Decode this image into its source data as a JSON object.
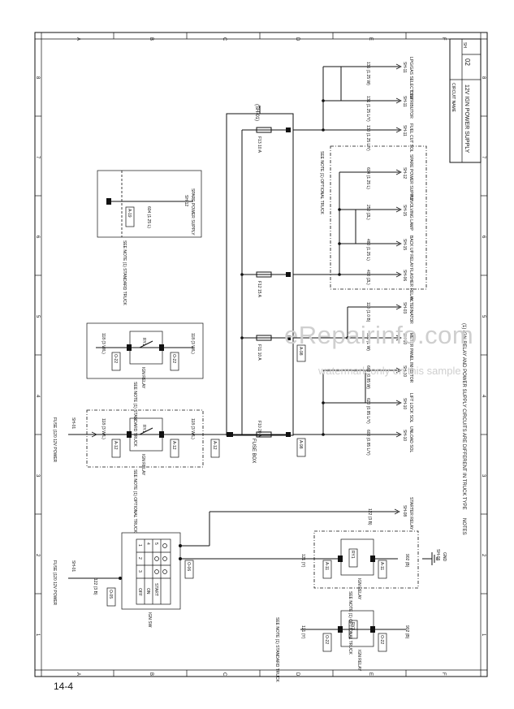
{
  "page": {
    "page_number": "14-4"
  },
  "watermark": {
    "line1": "eRepairinfo.com",
    "line2": "watermark only on this sample"
  },
  "grid": {
    "letters": [
      "A",
      "B",
      "C",
      "D",
      "E",
      "F"
    ],
    "numbers": [
      "1",
      "2",
      "3",
      "4",
      "5",
      "6",
      "7",
      "8"
    ]
  },
  "title_block": {
    "circuit_name_label": "CIRCUIT NAME",
    "title": "12V IGN POWER SUPPLY",
    "sheet_label": "SH",
    "sheet_number": "02"
  },
  "notes": {
    "heading": "NOTES",
    "text": "(1) IGN RELAY AND POWER SUPPLY CIRCUITS ARE DIFFERENT IN TRUCK TYPE"
  },
  "fuse_box": {
    "label": "FUSE BOX",
    "connector": "A-98",
    "top_ref": "(SH-01)",
    "fuses": [
      "F13 10 A",
      "F12 15 A",
      "F11 10 A",
      "F10 20 A"
    ]
  },
  "outputs": [
    {
      "wire": "135 (1.25 W)",
      "ref": "SH-11",
      "name": "LPG/GAS SELECT SW"
    },
    {
      "wire": "131 (1.25 L/Y)",
      "ref": "SH-11",
      "name": "DISTRIBUTOR"
    },
    {
      "wire": "130 (1.25 L/Y)",
      "ref": "SH-11",
      "name": "FUEL CUT SOL"
    },
    {
      "wire": "604 (1.25 L)",
      "ref": "SH-12",
      "name": "SPARE POWER SUPPLY"
    },
    {
      "wire": "250 (2L)",
      "ref": "SH-15",
      "name": "REVOLVING LAMP"
    },
    {
      "wire": "480 (1.25 L)",
      "ref": "SH-15",
      "name": "BACK UP RELAY"
    },
    {
      "wire": "400 (2L)",
      "ref": "SH-06",
      "name": "FLASHER RELAY"
    },
    {
      "wire": "110 (1.0 B)",
      "ref": "SH-03",
      "name": "ALTERNATOR"
    },
    {
      "wire": "300 (1 W)",
      "ref": "SH-10",
      "name": "METER PANEL"
    },
    {
      "wire": "660 (0.85 W)",
      "ref": "SH-10",
      "name": "INHIBITOR"
    },
    {
      "wire": "620 (0.85 L/Y)",
      "ref": "SH-10",
      "name": "LIFT LOCK SOL"
    },
    {
      "wire": "600 (0.85 L/Y)",
      "ref": "SH-10",
      "name": "UNLOAD SOL"
    }
  ],
  "optional_box_note": "SEE NOTE (1) OPTIONAL TRUCK",
  "spare_standard": {
    "note": "SEE NOTE (1) STANDARD TRUCK",
    "connector": "A-19",
    "wire": "604 (1.25 L)",
    "ref": "SH-12",
    "name": "SPARE POWER SUPPLY"
  },
  "relay_standard_top": {
    "note": "SEE NOTE (1) STANDARD TRUCK",
    "relay": "RY1",
    "name": "IGN RELAY",
    "conn_left": "O-22",
    "conn_right": "O-22",
    "wire_left": "118 (3 W/L)",
    "wire_right": "118 (3 W/L)"
  },
  "relay_optional_mid": {
    "note": "SEE NOTE (1) OPTIONAL TRUCK",
    "relay": "RY1",
    "name": "IGN RELAY",
    "conn_left": "A-12",
    "conn_right": "A-12",
    "conn_extra": "A-12",
    "wire_left": "118 (3 W/L)",
    "wire_right": "118 (3 W/L)",
    "fuse_ref_label": "FUSE (120 12V POWER",
    "fuse_ref_sh": "SH-01"
  },
  "ign_sw": {
    "label": "IGN SW",
    "connector": "O-05",
    "conn2": "O-06",
    "positions": [
      "OFF",
      "ON",
      "START"
    ],
    "cols": [
      "1",
      "2",
      "3",
      "4",
      "5"
    ],
    "fuse_label": "FUSE (120 12V POWER",
    "fuse_sh": "SH-01",
    "input_wire": "122 (3 B)",
    "starter_wire": "122 (3 B)",
    "starter_ref": "SH-08",
    "starter_name": "STARTER RELAY"
  },
  "relay_optional_bottom": {
    "note": "SEE NOTE (1) OPTIONAL TRUCK",
    "relay": "RY1",
    "name": "IGN RELAY",
    "conn_left": "A-11",
    "conn_right": "A-11",
    "wire_left": "121 (Y)",
    "wire_right": "902 (B)",
    "gnd_ref": "SH-08",
    "gnd": "GND"
  },
  "relay_standard_bottom": {
    "note": "SEE NOTE (1) STANDARD TRUCK",
    "relay": "RY1",
    "name": "IGN RELAY",
    "conn_left": "O-22",
    "conn_right": "O-22",
    "wire_left": "121 (Y)",
    "wire_right": "902 (B)"
  }
}
